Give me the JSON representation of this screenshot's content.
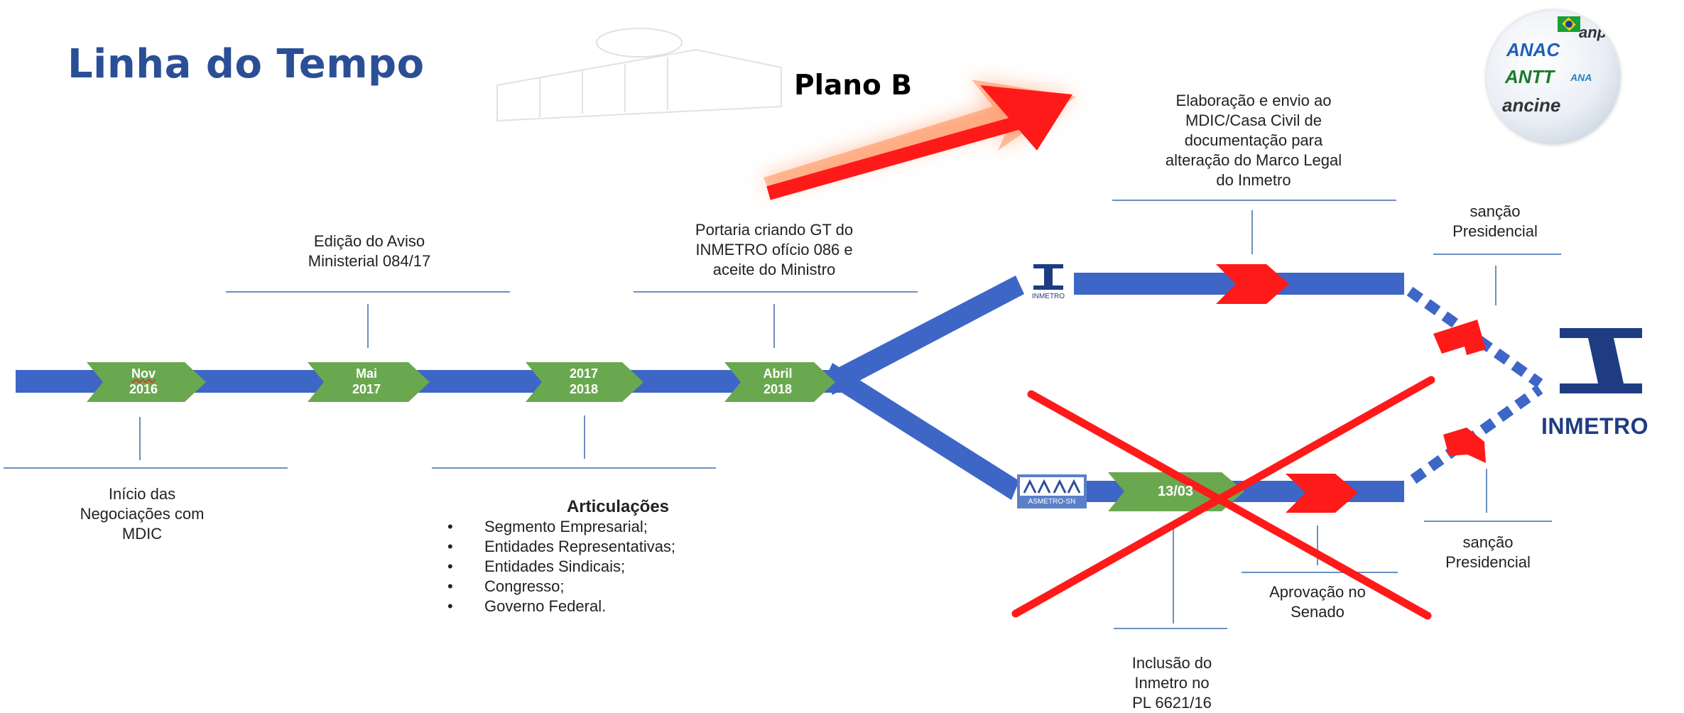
{
  "title": "Linha do Tempo",
  "plan_label": "Plano B",
  "milestones": [
    {
      "line1": "Nov",
      "line2": "2016"
    },
    {
      "line1": "Mai",
      "line2": "2017"
    },
    {
      "line1": "2017",
      "line2": "2018"
    },
    {
      "line1": "Abril",
      "line2": "2018"
    }
  ],
  "lower_milestone": "13/03",
  "annotations": {
    "inicio": [
      "Início das",
      "Negociações com",
      "MDIC"
    ],
    "aviso": [
      "Edição do Aviso",
      "Ministerial 084/17"
    ],
    "portaria": [
      "Portaria criando GT do",
      "INMETRO ofício 086 e",
      "aceite do Ministro"
    ],
    "elaboracao": [
      "Elaboração e envio ao",
      "MDIC/Casa Civil de",
      "documentação  para",
      "alteração do Marco Legal",
      "do Inmetro"
    ],
    "sancao_top": [
      "sanção",
      "Presidencial"
    ],
    "sancao_bottom": [
      "sanção",
      "Presidencial"
    ],
    "aprovacao": [
      "Aprovação no",
      "Senado"
    ],
    "inclusao": [
      "Inclusão do",
      "Inmetro no",
      "PL 6621/16"
    ]
  },
  "articulacoes": {
    "heading": "Articulações",
    "items": [
      "Segmento Empresarial;",
      "Entidades Representativas;",
      "Entidades Sindicais;",
      "Congresso;",
      "Governo Federal."
    ]
  },
  "logos": {
    "inmetro_small": "INMETRO",
    "asmetro": "ASMETRO-SN",
    "inmetro_large": "INMETRO",
    "agencies": [
      "ANAC",
      "ANTT",
      "ANA",
      "ancine",
      "anp"
    ]
  },
  "colors": {
    "timeline_blue": "#3d66c7",
    "milestone_green": "#6aa84f",
    "arrow_red": "#ff1a1a",
    "title_blue": "#2a4f96",
    "inmetro_navy": "#1f3c83"
  }
}
